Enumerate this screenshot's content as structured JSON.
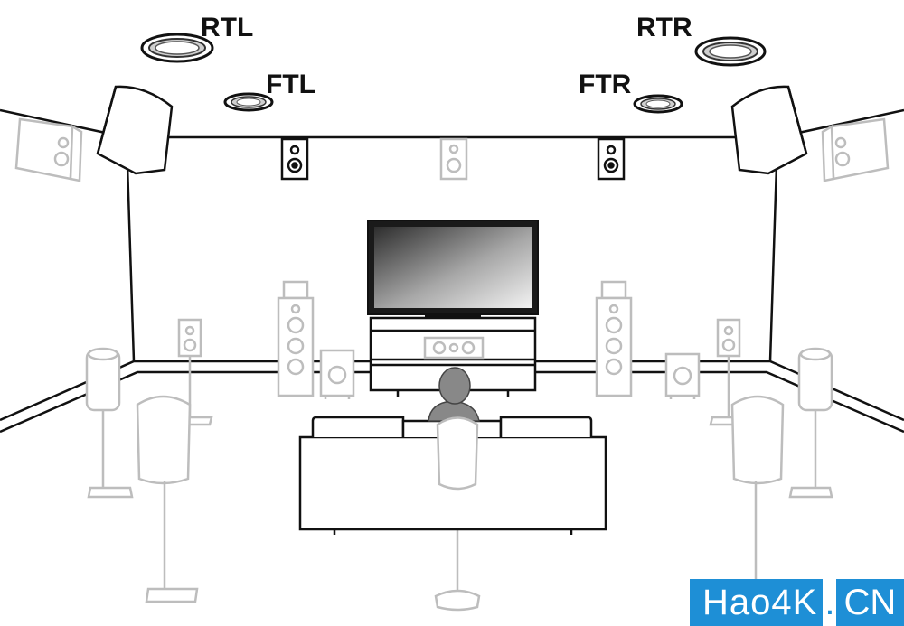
{
  "labels": {
    "rtl": "RTL",
    "ftl": "FTL",
    "rtr": "RTR",
    "ftr": "FTR"
  },
  "watermark": {
    "main": "Hao4K",
    "dot": ".",
    "suffix": "CN"
  },
  "colors": {
    "line": "#111111",
    "ghost": "#bdbdbd",
    "watermark": "#1e8fd6"
  }
}
